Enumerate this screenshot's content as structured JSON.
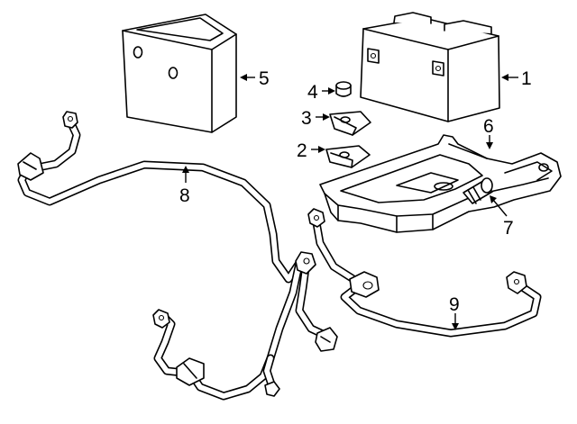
{
  "callouts": [
    {
      "id": "1",
      "label": "1"
    },
    {
      "id": "2",
      "label": "2"
    },
    {
      "id": "3",
      "label": "3"
    },
    {
      "id": "4",
      "label": "4"
    },
    {
      "id": "5",
      "label": "5"
    },
    {
      "id": "6",
      "label": "6"
    },
    {
      "id": "7",
      "label": "7"
    },
    {
      "id": "8",
      "label": "8"
    },
    {
      "id": "9",
      "label": "9"
    }
  ],
  "colors": {
    "ink": "#000000",
    "paper": "#ffffff"
  }
}
